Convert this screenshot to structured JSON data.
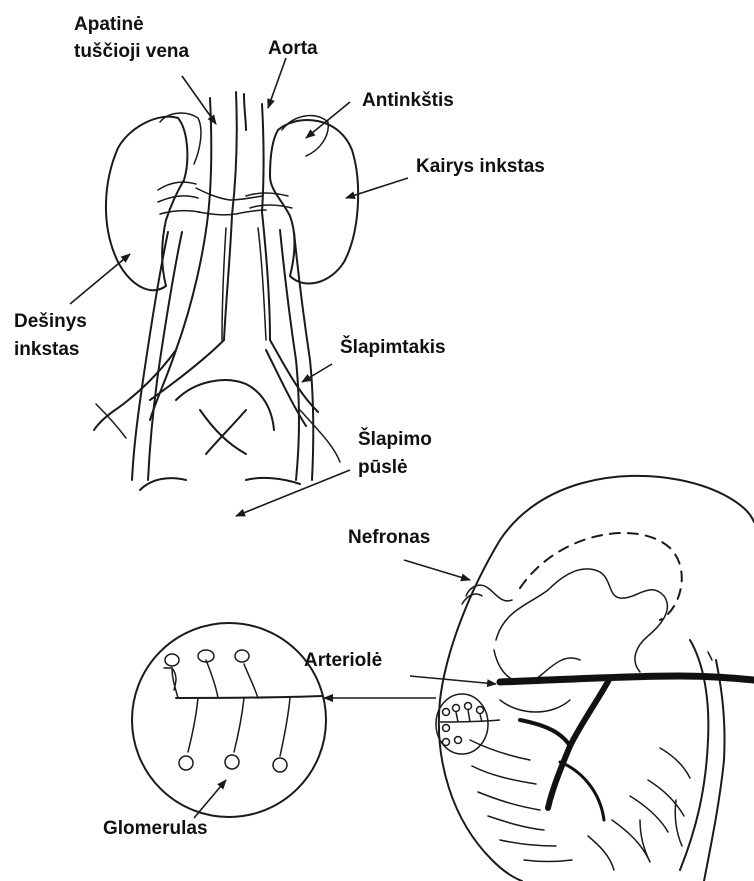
{
  "labels": {
    "apatine_line1": "Apatinė",
    "apatine_line2": "tuščioji vena",
    "aorta": "Aorta",
    "antinkstis": "Antinkštis",
    "kairys": "Kairys inkstas",
    "desinys_line1": "Dešinys",
    "desinys_line2": "inkstas",
    "slapimtakis": "Šlapimtakis",
    "slapimo_line1": "Šlapimo",
    "slapimo_line2": "pūslė",
    "nefronas": "Nefronas",
    "arteriole": "Arteriolė",
    "glomerulas": "Glomerulas"
  },
  "colors": {
    "ink": "#1a1a1a",
    "text": "#111111",
    "background": "#ffffff"
  }
}
